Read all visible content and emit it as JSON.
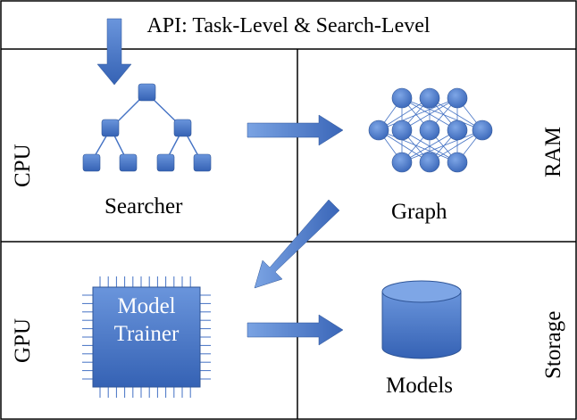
{
  "header": {
    "api_label": "API: Task-Level & Search-Level"
  },
  "resources": {
    "cpu": "CPU",
    "ram": "RAM",
    "gpu": "GPU",
    "storage": "Storage"
  },
  "components": {
    "searcher": "Searcher",
    "graph": "Graph",
    "trainer_line1": "Model",
    "trainer_line2": "Trainer",
    "models": "Models"
  },
  "colors": {
    "accent": "#4472C4",
    "accent_dark": "#2F5597",
    "line": "#000000"
  }
}
